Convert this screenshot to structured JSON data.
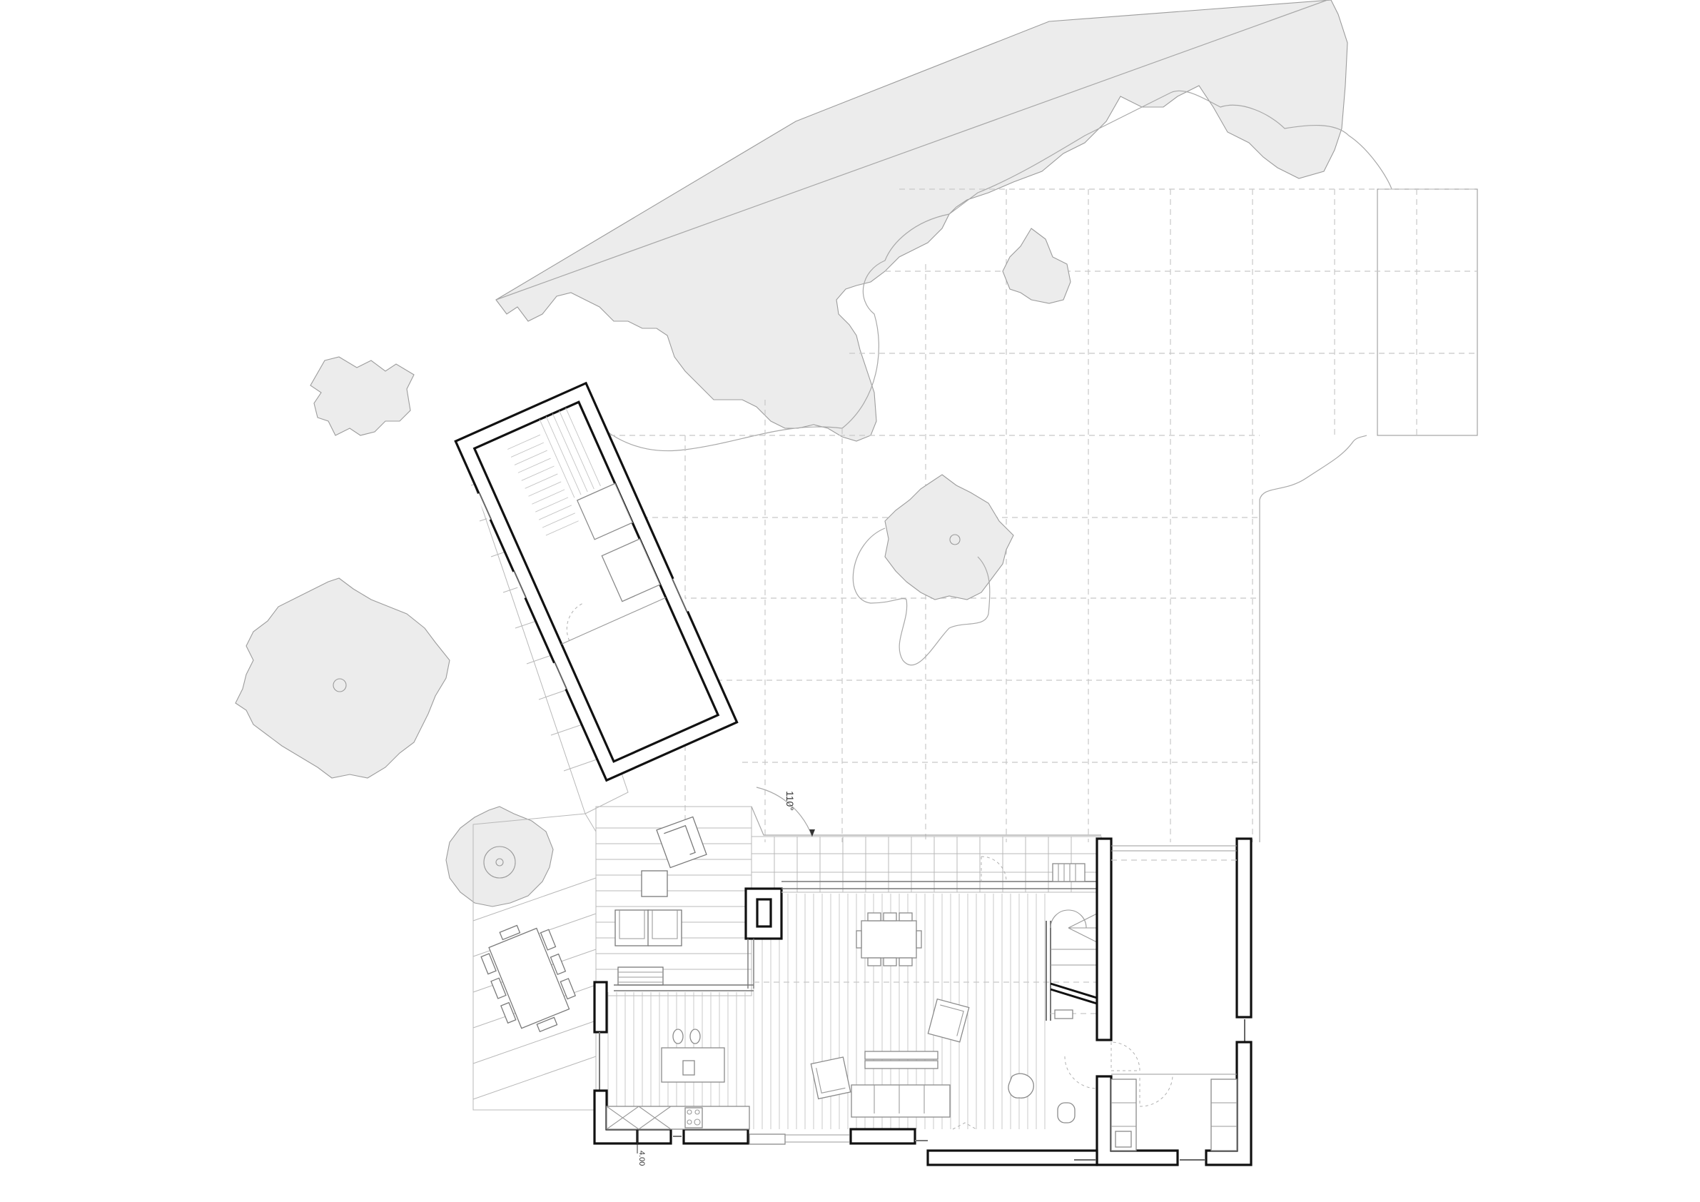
{
  "drawing": {
    "type": "architectural site and ground floor plan",
    "annotations": {
      "angle_label": "110°",
      "dimension_label": "4.00"
    },
    "elements": {
      "main_house": "ground floor with kitchen, dining and living area",
      "annex": "angled outbuilding with stair, bathroom and room",
      "garage_wing": "east wing with storage",
      "terraces": [
        "paved courtyard terrace",
        "outdoor dining terrace"
      ],
      "lawn": "dashed lawn grid",
      "trees": 6
    }
  }
}
